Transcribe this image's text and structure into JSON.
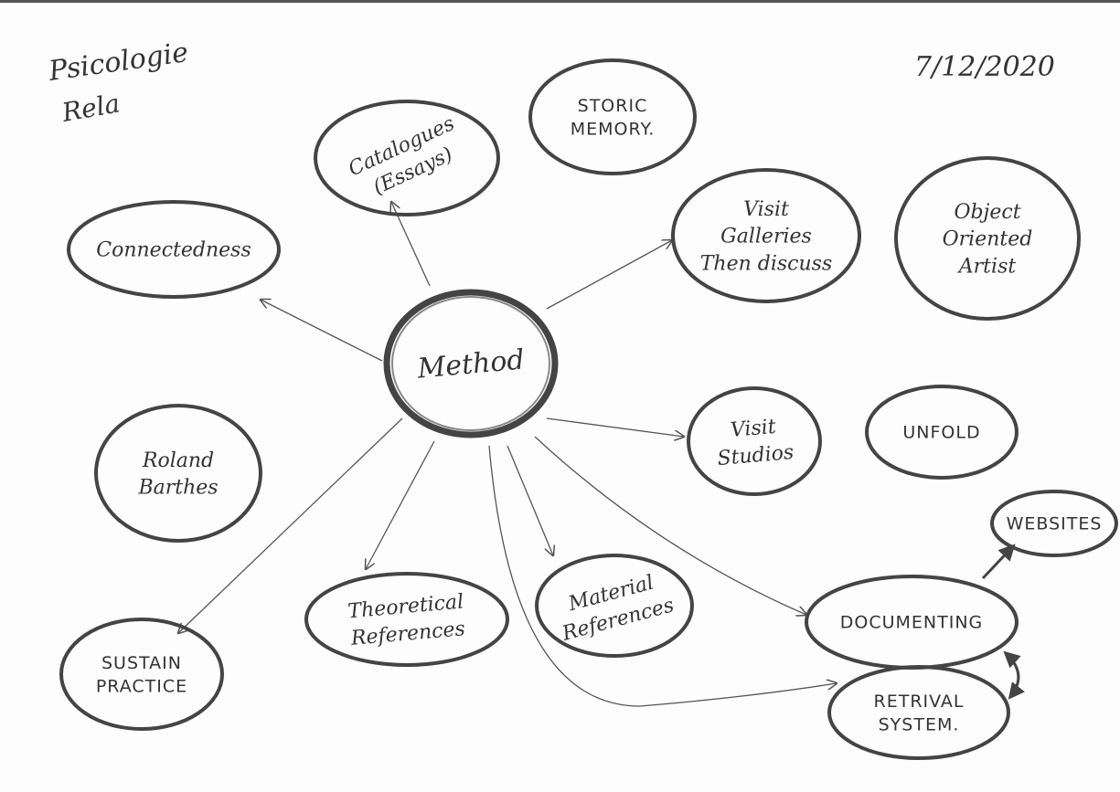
{
  "header": {
    "topic_note": [
      "Psicologie",
      "Rela"
    ],
    "date": "7/12/2020"
  },
  "central": {
    "id": "method",
    "label": [
      "Method"
    ]
  },
  "nodes": [
    {
      "id": "catalogues",
      "label": [
        "Catalogues",
        "(Essays)"
      ],
      "style": "hand",
      "linked": true
    },
    {
      "id": "storic-memory",
      "label": [
        "STORIC",
        "MEMORY."
      ],
      "style": "caps",
      "linked": false
    },
    {
      "id": "connectedness",
      "label": [
        "Connectedness"
      ],
      "style": "hand",
      "linked": true
    },
    {
      "id": "visit-galleries",
      "label": [
        "Visit",
        "Galleries",
        "Then discuss"
      ],
      "style": "hand",
      "linked": true
    },
    {
      "id": "object-oriented-artist",
      "label": [
        "Object",
        "Oriented",
        "Artist"
      ],
      "style": "hand",
      "linked": false
    },
    {
      "id": "visit-studios",
      "label": [
        "Visit",
        "Studios"
      ],
      "style": "hand",
      "linked": true
    },
    {
      "id": "unfold",
      "label": [
        "UNFOLD"
      ],
      "style": "caps",
      "linked": false
    },
    {
      "id": "roland-barthes",
      "label": [
        "Roland",
        "Barthes"
      ],
      "style": "hand",
      "linked": false
    },
    {
      "id": "theoretical-references",
      "label": [
        "Theoretical",
        "References"
      ],
      "style": "hand",
      "linked": true
    },
    {
      "id": "material-references",
      "label": [
        "Material",
        "References"
      ],
      "style": "hand",
      "linked": true
    },
    {
      "id": "sustain-practice",
      "label": [
        "SUSTAIN",
        "PRACTICE"
      ],
      "style": "caps",
      "linked": true
    },
    {
      "id": "documenting",
      "label": [
        "DOCUMENTING"
      ],
      "style": "caps",
      "linked": true
    },
    {
      "id": "websites",
      "label": [
        "WEBSITES"
      ],
      "style": "caps",
      "linked": false
    },
    {
      "id": "retrival-system",
      "label": [
        "RETRIVAL",
        "SYSTEM."
      ],
      "style": "caps",
      "linked": true
    }
  ],
  "stroke_color": "#444444"
}
